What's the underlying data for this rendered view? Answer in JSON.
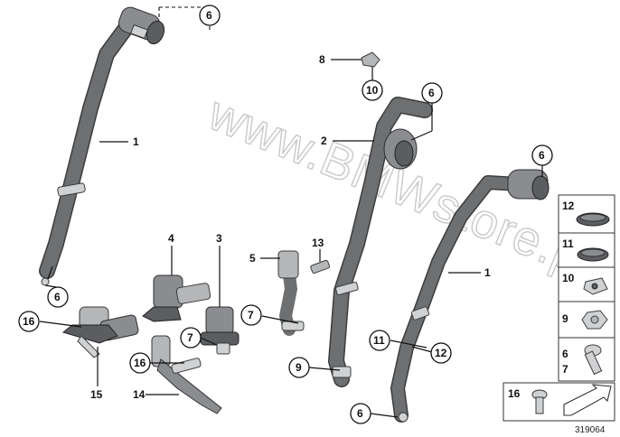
{
  "watermark": "www.BMWstore.pl",
  "diagram_code": "319064",
  "callouts": {
    "c1a": "1",
    "c1b": "1",
    "c2": "2",
    "c3": "3",
    "c4": "4",
    "c5": "5",
    "c6a": "6",
    "c6b": "6",
    "c6c": "6",
    "c6d": "6",
    "c6e": "6",
    "c7a": "7",
    "c7b": "7",
    "c8": "8",
    "c9": "9",
    "c10": "10",
    "c11": "11",
    "c12": "12",
    "c13": "13",
    "c14": "14",
    "c15": "15",
    "c16a": "16",
    "c16b": "16"
  },
  "legend": [
    {
      "label": "12",
      "part": "plug-cap-large"
    },
    {
      "label": "11",
      "part": "plug-cap"
    },
    {
      "label": "10",
      "part": "expanding-nut"
    },
    {
      "label": "9",
      "part": "hex-nut"
    },
    {
      "label": "6\n7",
      "part": "screw"
    },
    {
      "label": "16",
      "part": "screw-small"
    }
  ],
  "legend_labels": {
    "r12": "12",
    "r11": "11",
    "r10": "10",
    "r9": "9",
    "r6": "6",
    "r7": "7",
    "r16": "16"
  },
  "colors": {
    "belt": "#6d6f71",
    "part": "#8a8c8f",
    "text": "#111111"
  }
}
